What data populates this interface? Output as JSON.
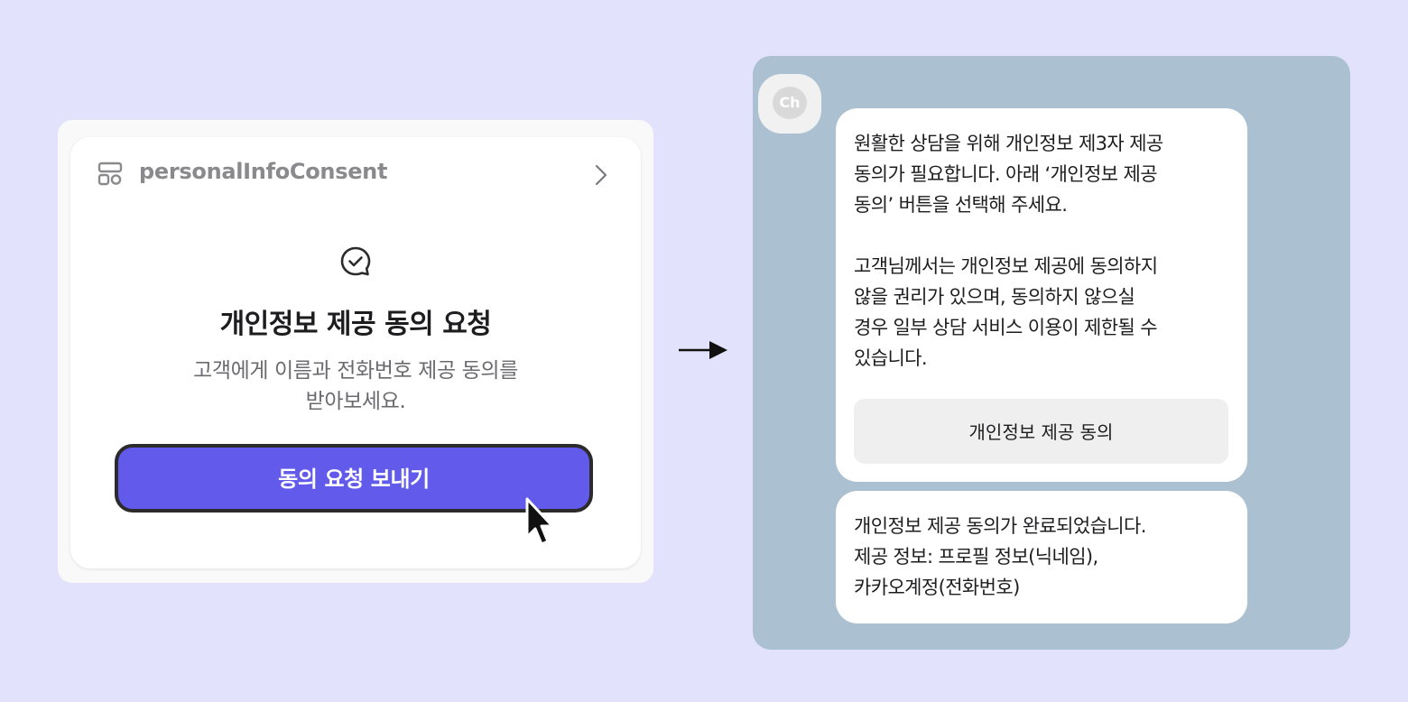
{
  "card": {
    "header_title": "personalInfoConsent",
    "title": "개인정보 제공 동의 요청",
    "desc_line1": "고객에게 이름과 전화번호 제공 동의를",
    "desc_line2": "받아보세요.",
    "send_button_label": "동의 요청 보내기"
  },
  "chat": {
    "avatar_label": "Ch",
    "bubble1_text": "원활한 상담을 위해 개인정보 제3자 제공\n동의가 필요합니다. 아래 ‘개인정보 제공\n동의’ 버튼을 선택해 주세요.\n\n고객님께서는 개인정보 제공에 동의하지\n않을 권리가 있으며, 동의하지 않으실\n경우 일부 상담 서비스 이용이 제한될 수\n있습니다.",
    "consent_button_label": "개인정보 제공 동의",
    "bubble2_text": "개인정보 제공 동의가 완료되었습니다.\n제공 정보: 프로필 정보(닉네임),\n카카오계정(전화번호)"
  },
  "colors": {
    "background": "#e3e2fd",
    "accent": "#625aeb",
    "chat_background": "#abc1d1"
  },
  "icons": [
    "layout-icon",
    "chevron-right-icon",
    "chat-check-icon",
    "mouse-cursor-icon",
    "arrow-right-icon"
  ]
}
